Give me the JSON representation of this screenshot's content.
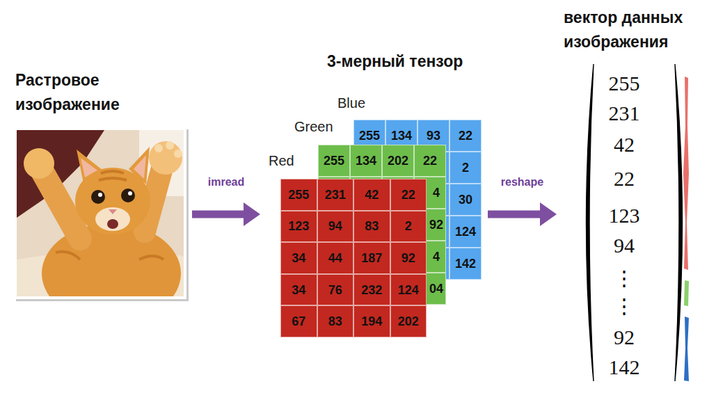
{
  "diagram": {
    "nodes": [
      {
        "text": [
          "Растровое изображение"
        ]
      },
      {
        "text": [
          "3-мерный тензор"
        ]
      },
      {
        "text": [
          "Blue",
          "255",
          "134",
          "93",
          "22",
          "2",
          "30",
          "124",
          "142"
        ],
        "in": 1
      },
      {
        "text": [
          "Green",
          "255",
          "134",
          "202",
          "22",
          "4",
          "92",
          "4",
          "04"
        ],
        "in": 1
      },
      {
        "text": [
          "Red",
          "255",
          "231",
          "42",
          "22",
          "123",
          "94",
          "83",
          "2",
          "34",
          "44",
          "187",
          "92",
          "34",
          "76",
          "232",
          "124",
          "67",
          "83",
          "194",
          "202"
        ],
        "in": 1
      },
      {
        "text": [
          "вектор данных изображения",
          "255",
          "231",
          "42",
          "22",
          "123",
          "94",
          "⋮",
          "⋮",
          "92",
          "142"
        ]
      }
    ],
    "edges": [
      {
        "from": 0,
        "to": 1,
        "arrow": "to",
        "label": "imread"
      },
      {
        "from": 1,
        "to": 5,
        "arrow": "to",
        "label": "reshape"
      }
    ]
  }
}
